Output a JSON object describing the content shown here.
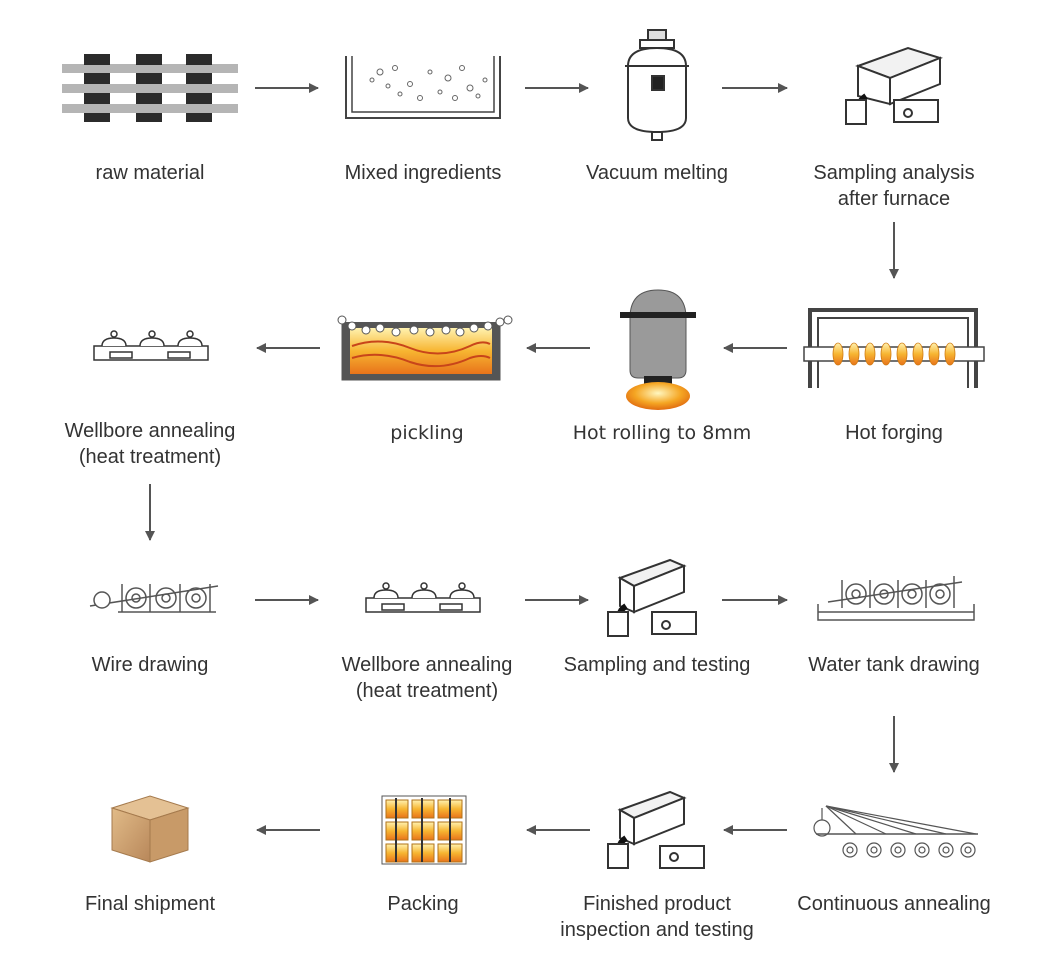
{
  "steps": {
    "s1": "raw material",
    "s2": "Mixed ingredients",
    "s3": "Vacuum melting",
    "s4a": "Sampling analysis",
    "s4b": "after furnace",
    "s5": "Hot forging",
    "s6": "Hot rolling to 8mm",
    "s7": "pickling",
    "s8a": "Wellbore annealing",
    "s8b": "(heat treatment)",
    "s9": "Wire drawing",
    "s10a": "Wellbore annealing",
    "s10b": "(heat treatment)",
    "s11": "Sampling and testing",
    "s12": "Water tank drawing",
    "s13": "Continuous annealing",
    "s14a": "Finished product",
    "s14b": "inspection and testing",
    "s15": "Packing",
    "s16": "Final shipment"
  },
  "icons": [
    "raw-material-icon",
    "mixing-tank-icon",
    "vacuum-furnace-icon",
    "sampling-icon",
    "forging-furnace-icon",
    "hot-rolling-icon",
    "pickling-tank-icon",
    "annealing-icon",
    "wire-drawing-icon",
    "water-tank-icon",
    "continuous-annealing-icon",
    "packing-icon",
    "box-icon"
  ],
  "colors": {
    "arrow": "#555555",
    "line": "#444444",
    "hot": "#f39c12",
    "box": "#d2a673"
  }
}
